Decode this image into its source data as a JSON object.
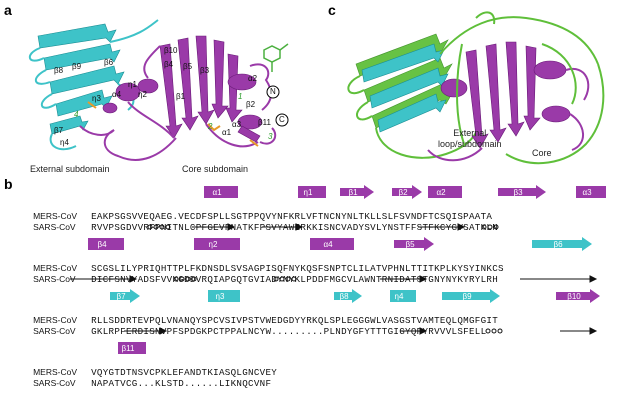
{
  "panels": {
    "a": "a",
    "c": "c",
    "b": "b"
  },
  "panel_a_labels": {
    "b8": "β8",
    "b9": "β9",
    "b6": "β6",
    "b7": "β7",
    "eta4": "η4",
    "eta3": "η3",
    "alpha4": "α4",
    "eta1": "η1",
    "eta2": "η2",
    "b10": "β10",
    "b4": "β4",
    "b5": "β5",
    "b3": "β3",
    "b1": "β1",
    "alpha2": "α2",
    "b2": "β2",
    "alpha3": "α3",
    "b11": "β11",
    "alpha1": "α1",
    "n_term": "N",
    "c_term": "C",
    "external_subdomain": "External subdomain",
    "core_subdomain": "Core subdomain",
    "num1": "1",
    "num2": "2",
    "num3": "3",
    "num4": "4"
  },
  "panel_c_labels": {
    "external": "External\nloop/subdomain",
    "core": "Core"
  },
  "colors": {
    "external": "#3ec3c8",
    "core": "#9a3aa8",
    "sars": "#5fbf3a",
    "conserved_box": "#e8262b",
    "similar_box": "#7b80c9"
  },
  "alignment": {
    "row1": {
      "ss": [
        "α1",
        "η1",
        "β1",
        "β2",
        "α2",
        "β3",
        "α3"
      ],
      "mers_name": "MERS-CoV",
      "sars_name": "SARS-CoV",
      "mers_seq": "EAKPSGSVVEQAEG.VECDFSPLLSGTPPQVYNFKRLVFTNCNYNLTKLLSLFSVNDFTCSQISPAATA",
      "sars_seq": "RVVPSGDVVRFPNITNLCPFGEVFNATKFPSVYAWERKKISNCVADYSVLYNSTFFSTFKCYGVSATKLN",
      "star": "★",
      "nums": [
        "1",
        "1",
        "2"
      ]
    },
    "row2": {
      "ss": [
        "β4",
        "η2",
        "α4",
        "β5",
        "β6"
      ],
      "mers_name": "MERS-CoV",
      "sars_name": "SARS-CoV",
      "mers_seq": "SCGSLILYPRIQHTTPLFKDNSDLSVSAGPISQFNYKQSFSNPTCLILATVPHNLTTITKPLKYSYINKCS",
      "sars_seq": "DICFSNVYADSFVVKGDDVRQIAPGQTGVIADYNYKLPDDFMGCVLAWNTRNIDATSTGNYNYKYRYLRH",
      "nums": [
        "3",
        "4"
      ]
    },
    "row3": {
      "ss": [
        "β7",
        "η3",
        "β8",
        "η4",
        "β9",
        "β10"
      ],
      "mers_name": "MERS-CoV",
      "sars_name": "SARS-CoV",
      "mers_seq": "RLLSDDRTEVPQLVNANQYSPCVSIVPSTVWEDGDYYRKQLSPLEGGGWLVASGSTVAMTEQLQMGFGIT",
      "sars_seq": "GKLRPFERDISNVPFSPDGKPCTPPALNCYW.........PLNDYGFYTTTGIGYQPYRVVVLSFELL",
      "nums": [
        "4"
      ]
    },
    "row4": {
      "ss": [
        "β11"
      ],
      "mers_name": "MERS-CoV",
      "sars_name": "SARS-CoV",
      "mers_seq": "VQYGTDTNSVCPKLEFANDTKIASQLGNCVEY",
      "sars_seq": "NAPATVCG...KLSTD......LIKNQCVNF",
      "nums": [
        "3"
      ]
    }
  }
}
